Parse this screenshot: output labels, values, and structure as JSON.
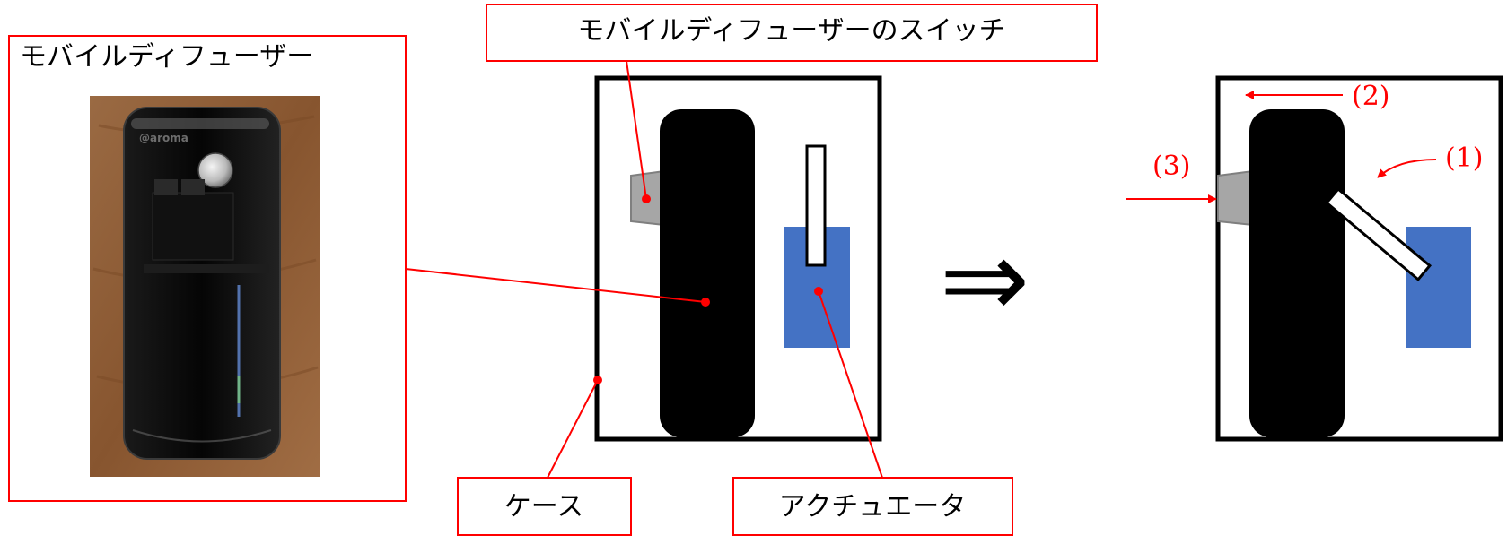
{
  "labels": {
    "diffuser": "モバイルディフューザー",
    "switch": "モバイルディフューザーのスイッチ",
    "case": "ケース",
    "actuator": "アクチュエータ"
  },
  "photo": {
    "brand_text": "@aroma"
  },
  "steps": {
    "step1": "(1)",
    "step2": "(2)",
    "step3": "(3)"
  },
  "arrow_symbol": "⇒",
  "colors": {
    "callout_red": "#ff0000",
    "actuator_blue": "#4472c4",
    "switch_gray": "#a6a6a6",
    "device_black": "#000000",
    "photo_wood": "#8b5a36"
  }
}
